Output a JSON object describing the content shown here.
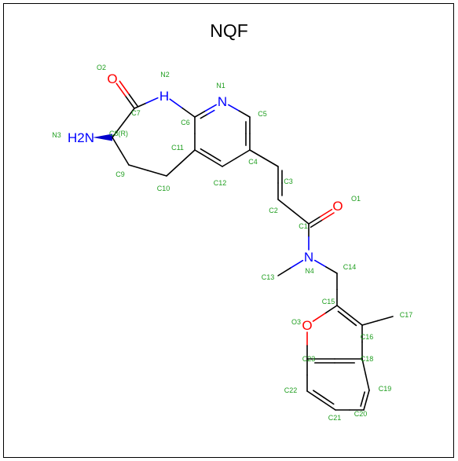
{
  "title": "NQF",
  "colors": {
    "carbon": "#000000",
    "nitrogen": "#0000ff",
    "oxygen": "#ff0000",
    "atom_label": "#1f9e1f"
  },
  "atoms": [
    {
      "id": "O2",
      "element": "O",
      "symbol": "O",
      "label": "O2"
    },
    {
      "id": "N2",
      "element": "N",
      "symbol": "H",
      "label": "N2"
    },
    {
      "id": "N1",
      "element": "N",
      "symbol": "N",
      "label": "N1"
    },
    {
      "id": "C5",
      "element": "C",
      "symbol": "",
      "label": "C5"
    },
    {
      "id": "C7",
      "element": "C",
      "symbol": "",
      "label": "C7"
    },
    {
      "id": "C6",
      "element": "C",
      "symbol": "",
      "label": "C6"
    },
    {
      "id": "N3",
      "element": "N",
      "symbol": "H2N",
      "label": "N3"
    },
    {
      "id": "C8",
      "element": "C",
      "symbol": "",
      "label": "C8(R)"
    },
    {
      "id": "C11",
      "element": "C",
      "symbol": "",
      "label": "C11"
    },
    {
      "id": "C4",
      "element": "C",
      "symbol": "",
      "label": "C4"
    },
    {
      "id": "C3",
      "element": "C",
      "symbol": "",
      "label": "C3"
    },
    {
      "id": "C9",
      "element": "C",
      "symbol": "",
      "label": "C9"
    },
    {
      "id": "C10",
      "element": "C",
      "symbol": "",
      "label": "C10"
    },
    {
      "id": "C12",
      "element": "C",
      "symbol": "",
      "label": "C12"
    },
    {
      "id": "O1",
      "element": "O",
      "symbol": "O",
      "label": "O1"
    },
    {
      "id": "C2",
      "element": "C",
      "symbol": "",
      "label": "C2"
    },
    {
      "id": "C1",
      "element": "C",
      "symbol": "",
      "label": "C1"
    },
    {
      "id": "N4",
      "element": "N",
      "symbol": "N",
      "label": "N4"
    },
    {
      "id": "C14",
      "element": "C",
      "symbol": "",
      "label": "C14"
    },
    {
      "id": "C13",
      "element": "C",
      "symbol": "",
      "label": "C13"
    },
    {
      "id": "C15",
      "element": "C",
      "symbol": "",
      "label": "C15"
    },
    {
      "id": "O3",
      "element": "O",
      "symbol": "O",
      "label": "O3"
    },
    {
      "id": "C17",
      "element": "C",
      "symbol": "",
      "label": "C17"
    },
    {
      "id": "C16",
      "element": "C",
      "symbol": "",
      "label": "C16"
    },
    {
      "id": "C23",
      "element": "C",
      "symbol": "",
      "label": "C23"
    },
    {
      "id": "C18",
      "element": "C",
      "symbol": "",
      "label": "C18"
    },
    {
      "id": "C22",
      "element": "C",
      "symbol": "",
      "label": "C22"
    },
    {
      "id": "C19",
      "element": "C",
      "symbol": "",
      "label": "C19"
    },
    {
      "id": "C21",
      "element": "C",
      "symbol": "",
      "label": "C21"
    },
    {
      "id": "C20",
      "element": "C",
      "symbol": "",
      "label": "C20"
    }
  ],
  "bonds": [
    {
      "a": "C7",
      "b": "O2",
      "order": 2
    },
    {
      "a": "C7",
      "b": "N2",
      "order": 1
    },
    {
      "a": "N2",
      "b": "C6",
      "order": 1
    },
    {
      "a": "C6",
      "b": "N1",
      "order": 2
    },
    {
      "a": "N1",
      "b": "C5",
      "order": 1
    },
    {
      "a": "C5",
      "b": "C4",
      "order": 2
    },
    {
      "a": "C4",
      "b": "C12",
      "order": 1
    },
    {
      "a": "C12",
      "b": "C11",
      "order": 2
    },
    {
      "a": "C11",
      "b": "C6",
      "order": 1
    },
    {
      "a": "C7",
      "b": "C8",
      "order": 1
    },
    {
      "a": "C8",
      "b": "N3",
      "order": 1,
      "style": "wedge"
    },
    {
      "a": "C8",
      "b": "C9",
      "order": 1
    },
    {
      "a": "C9",
      "b": "C10",
      "order": 1
    },
    {
      "a": "C10",
      "b": "C11",
      "order": 1
    },
    {
      "a": "C4",
      "b": "C3",
      "order": 1
    },
    {
      "a": "C3",
      "b": "C2",
      "order": 2
    },
    {
      "a": "C2",
      "b": "C1",
      "order": 1
    },
    {
      "a": "C1",
      "b": "O1",
      "order": 2
    },
    {
      "a": "C1",
      "b": "N4",
      "order": 1
    },
    {
      "a": "N4",
      "b": "C13",
      "order": 1
    },
    {
      "a": "N4",
      "b": "C14",
      "order": 1
    },
    {
      "a": "C14",
      "b": "C15",
      "order": 1
    },
    {
      "a": "C15",
      "b": "O3",
      "order": 1
    },
    {
      "a": "C15",
      "b": "C16",
      "order": 2
    },
    {
      "a": "C16",
      "b": "C17",
      "order": 1
    },
    {
      "a": "C16",
      "b": "C18",
      "order": 1
    },
    {
      "a": "O3",
      "b": "C23",
      "order": 1
    },
    {
      "a": "C23",
      "b": "C18",
      "order": 2
    },
    {
      "a": "C18",
      "b": "C19",
      "order": 1
    },
    {
      "a": "C19",
      "b": "C20",
      "order": 2
    },
    {
      "a": "C20",
      "b": "C21",
      "order": 1
    },
    {
      "a": "C21",
      "b": "C22",
      "order": 2
    },
    {
      "a": "C22",
      "b": "C23",
      "order": 1
    }
  ]
}
